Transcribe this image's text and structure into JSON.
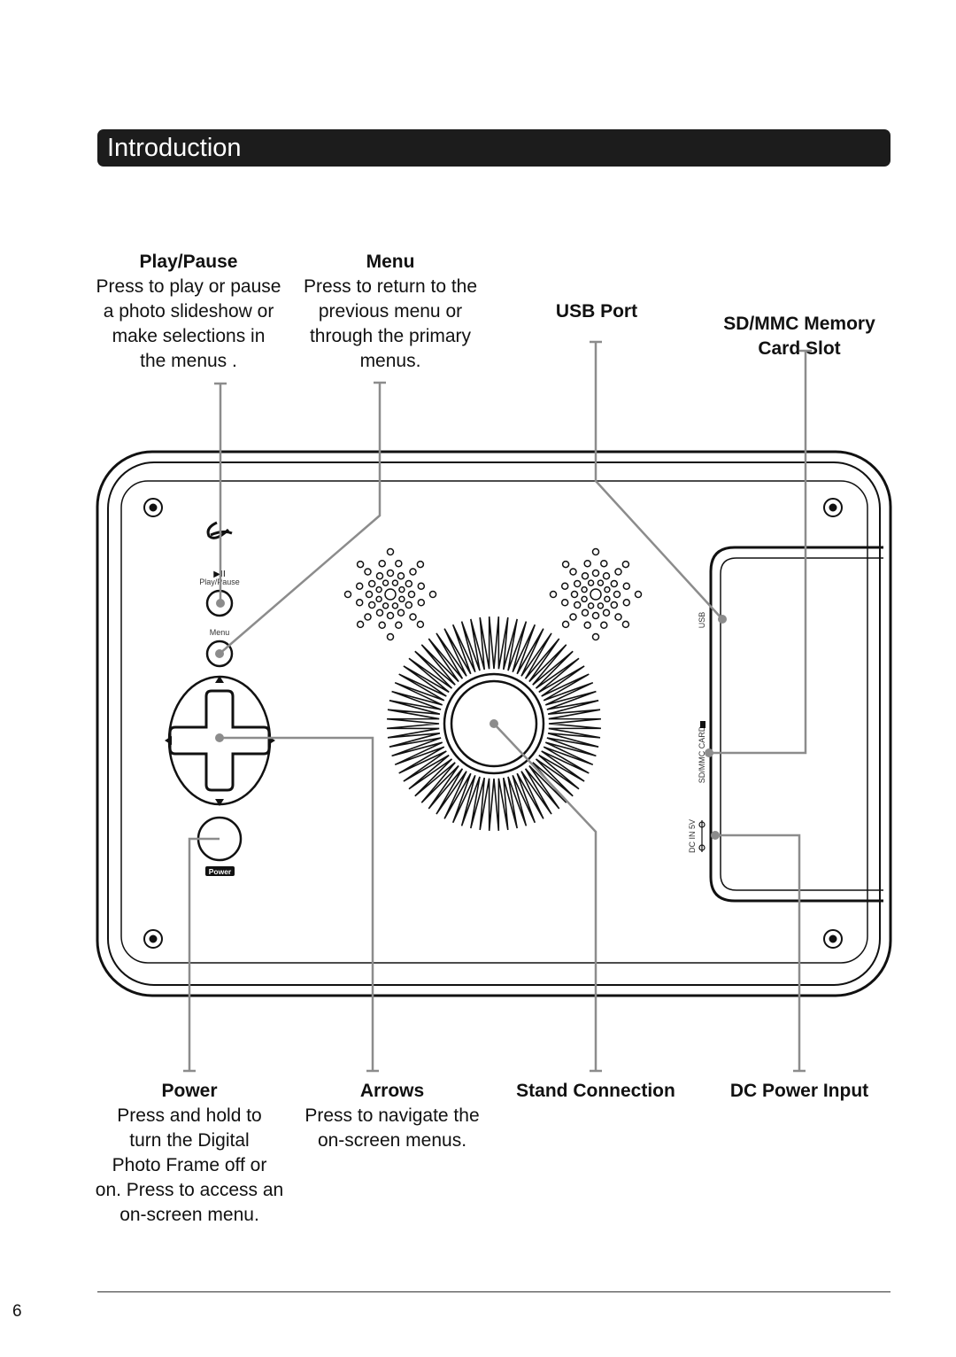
{
  "section": {
    "title": "Introduction"
  },
  "callouts": {
    "play_pause": {
      "title": "Play/Pause",
      "desc": "Press to play or pause\na photo slideshow or\nmake selections in\nthe menus ."
    },
    "menu": {
      "title": "Menu",
      "desc": "Press to return to the\nprevious menu or\nthrough the primary\nmenus."
    },
    "usb": {
      "title": "USB Port"
    },
    "sd": {
      "title": "SD/MMC Memory\nCard Slot"
    },
    "power": {
      "title": "Power",
      "desc": "Press and hold to\nturn the Digital\nPhoto Frame off or\non. Press to access an\non-screen menu."
    },
    "arrows": {
      "title": "Arrows",
      "desc": "Press to navigate the\non-screen menus."
    },
    "stand": {
      "title": "Stand Connection"
    },
    "dc": {
      "title": "DC Power Input"
    }
  },
  "device_labels": {
    "play_pause_symbol": "▶II",
    "play_pause": "Play/Pause",
    "menu": "Menu",
    "power": "Power",
    "usb": "USB",
    "sd_card": "SD/MMC CARD",
    "dc_in": "DC IN 5V"
  },
  "page_number": "6",
  "colors": {
    "bar": "#1c1c1c",
    "leader": "#8c8c8c"
  }
}
